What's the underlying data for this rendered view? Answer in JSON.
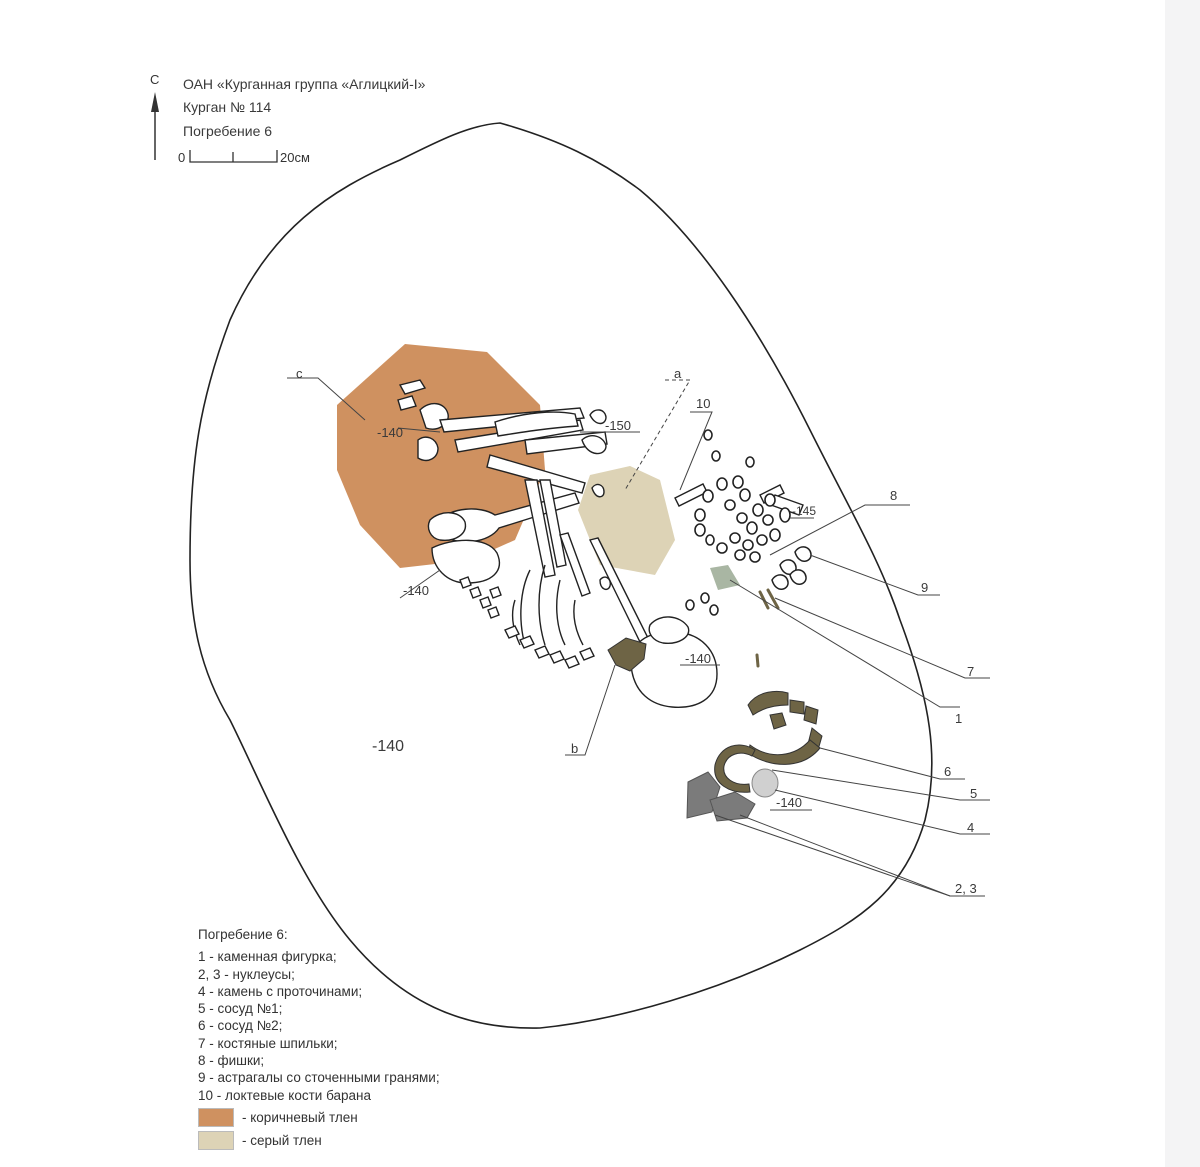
{
  "header": {
    "north": "С",
    "line1": "ОАН «Курганная группа «Аглицкий-I»",
    "line2": "Курган № 114",
    "line3": "Погребение 6",
    "scale_start": "0",
    "scale_end": "20см"
  },
  "labels": {
    "a": "a",
    "b": "b",
    "c": "c",
    "d150": "-150",
    "d140_c": "-140",
    "d140_pelvis": "-140",
    "d140_skull": "-140",
    "d140_floor": "-140",
    "d140_stone": "-140",
    "d145": "-145",
    "n1": "1",
    "n23": "2, 3",
    "n4": "4",
    "n5": "5",
    "n6": "6",
    "n7": "7",
    "n8": "8",
    "n9": "9",
    "n10": "10"
  },
  "legend": {
    "title": "Погребение 6:",
    "items": [
      "1 - каменная фигурка;",
      "2, 3 - нуклеусы;",
      "4 - камень с проточинами;",
      "5 - сосуд №1;",
      "6 - сосуд №2;",
      "7 - костяные шпильки;",
      "8 - фишки;",
      "9 - астрагалы со сточенными гранями;",
      "10 - локтевые кости барана"
    ],
    "swatches": [
      {
        "label": "- коричневый тлен",
        "color": "#cf9160"
      },
      {
        "label": "- серый тлен",
        "color": "#ddd3b6"
      }
    ]
  },
  "colors": {
    "brown": "#cf9160",
    "grey": "#ddd3b6",
    "vessel": "#6e6445",
    "stone": "#7b7b7b",
    "figure": "#a9b6a3"
  }
}
